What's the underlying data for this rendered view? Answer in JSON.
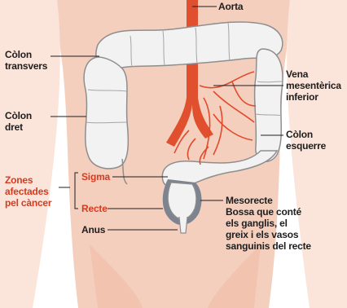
{
  "labels": {
    "aorta": "Aorta",
    "colon_transvers": [
      "Còlon",
      "transvers"
    ],
    "colon_dret": [
      "Còlon",
      "dret"
    ],
    "vena": [
      "Vena",
      "mesentèrica",
      "inferior"
    ],
    "colon_esquerre": [
      "Còlon",
      "esquerre"
    ],
    "zones": [
      "Zones",
      "afectades",
      "pel càncer"
    ],
    "sigma": "Sigma",
    "recte": "Recte",
    "anus": "Anus",
    "mesorecte_title": "Mesorecte",
    "mesorecte_desc": [
      "Bossa que conté",
      "els ganglis, el",
      "greix i els vasos",
      "sanguinis del recte"
    ]
  },
  "colors": {
    "skin": "#f3c9b6",
    "skin_light": "#f9ddd0",
    "artery": "#e24a2b",
    "highlight_red": "#d63b1f",
    "mesorectum": "#7e8390",
    "bowel": "#f2f2f2",
    "bowel_stroke": "#8e8e8e"
  }
}
